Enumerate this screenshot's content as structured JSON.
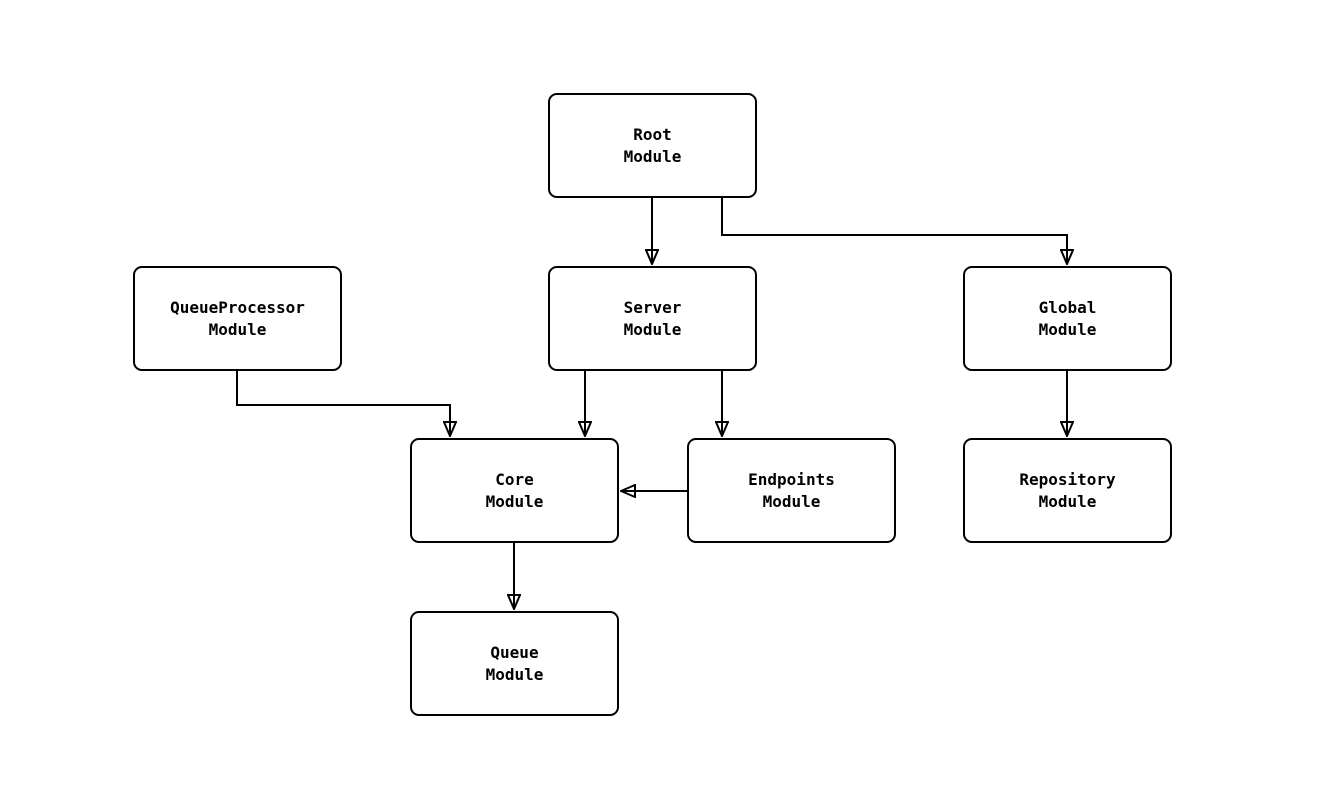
{
  "diagram": {
    "title": "",
    "colors": {
      "background": "#ffffff",
      "node_fill": "#ffffff",
      "node_border": "#000000",
      "edge": "#000000",
      "text": "#000000"
    },
    "nodes": {
      "root": {
        "line1": "Root",
        "line2": "Module"
      },
      "queueprocessor": {
        "line1": "QueueProcessor",
        "line2": "Module"
      },
      "server": {
        "line1": "Server",
        "line2": "Module"
      },
      "global": {
        "line1": "Global",
        "line2": "Module"
      },
      "core": {
        "line1": "Core",
        "line2": "Module"
      },
      "endpoints": {
        "line1": "Endpoints",
        "line2": "Module"
      },
      "repository": {
        "line1": "Repository",
        "line2": "Module"
      },
      "queue": {
        "line1": "Queue",
        "line2": "Module"
      }
    },
    "edges": [
      {
        "from": "Root Module",
        "to": "Server Module"
      },
      {
        "from": "Root Module",
        "to": "Global Module"
      },
      {
        "from": "QueueProcessor Module",
        "to": "Core Module"
      },
      {
        "from": "Server Module",
        "to": "Core Module"
      },
      {
        "from": "Server Module",
        "to": "Endpoints Module"
      },
      {
        "from": "Endpoints Module",
        "to": "Core Module"
      },
      {
        "from": "Global Module",
        "to": "Repository Module"
      },
      {
        "from": "Core Module",
        "to": "Queue Module"
      }
    ]
  }
}
